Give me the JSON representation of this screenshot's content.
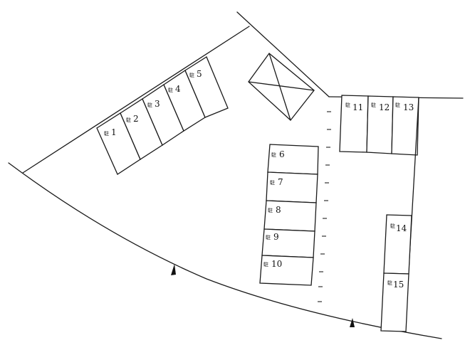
{
  "map": {
    "stall_prefix": "駐",
    "stalls": [
      {
        "num": "1"
      },
      {
        "num": "2"
      },
      {
        "num": "3"
      },
      {
        "num": "4"
      },
      {
        "num": "5"
      },
      {
        "num": "6"
      },
      {
        "num": "7"
      },
      {
        "num": "8"
      },
      {
        "num": "9"
      },
      {
        "num": "10"
      },
      {
        "num": "11"
      },
      {
        "num": "12"
      },
      {
        "num": "13"
      },
      {
        "num": "14"
      },
      {
        "num": "15"
      }
    ]
  }
}
